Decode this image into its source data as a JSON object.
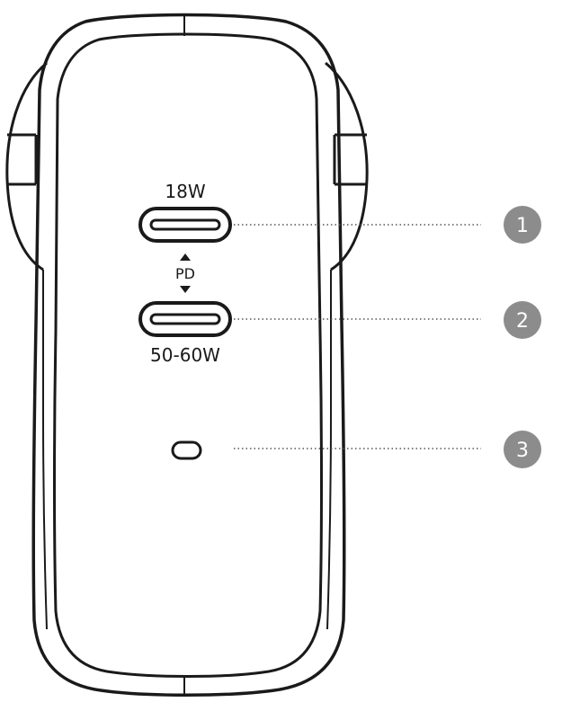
{
  "ports": {
    "top_label": "18W",
    "shared_label": "PD",
    "bottom_label": "50-60W"
  },
  "callouts": [
    {
      "number": "1",
      "target": "top USB-C port"
    },
    {
      "number": "2",
      "target": "bottom USB-C port"
    },
    {
      "number": "3",
      "target": "indicator light"
    }
  ],
  "colors": {
    "outline": "#1a1a1a",
    "callout_fill": "#8c8c8c",
    "leader_line": "#555555"
  }
}
